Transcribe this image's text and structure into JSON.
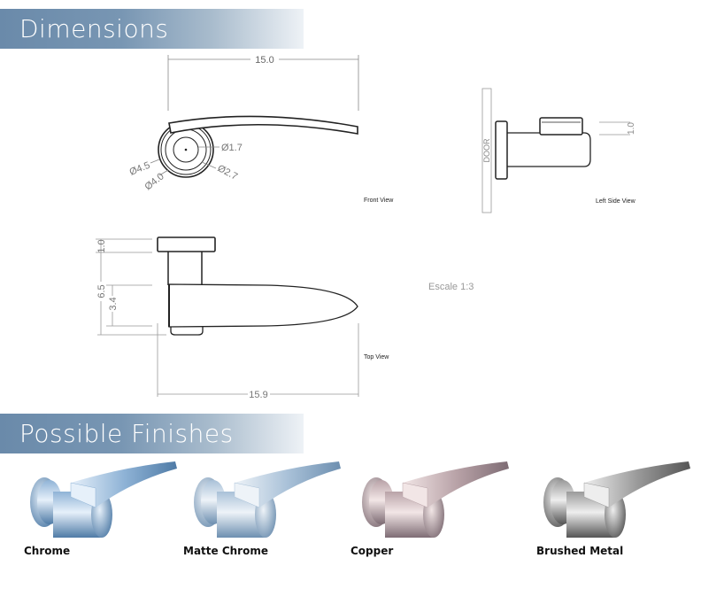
{
  "sections": {
    "dimensions_title": "Dimensions",
    "finishes_title": "Possible Finishes"
  },
  "front_view": {
    "label": "Front View",
    "length": "15.0",
    "d1": "Ø1.7",
    "d2": "Ø2.7",
    "d3": "Ø4.5",
    "d4": "Ø4.0"
  },
  "left_side_view": {
    "label": "Left Side View",
    "door": "DOOR",
    "thickness": "1.0"
  },
  "top_view": {
    "label": "Top View",
    "rosette": "1.0",
    "depth": "6.5",
    "width": "3.4",
    "length": "15.9"
  },
  "scale": "Escale 1:3",
  "finishes": [
    {
      "name": "Chrome",
      "colors": {
        "light": "#e6f0fa",
        "mid": "#8fb3d6",
        "dark": "#4f7ba6"
      }
    },
    {
      "name": "Matte Chrome",
      "colors": {
        "light": "#eef3f8",
        "mid": "#a9c1d8",
        "dark": "#6d8fb0"
      }
    },
    {
      "name": "Copper",
      "colors": {
        "light": "#f2e6e6",
        "mid": "#b9a3a8",
        "dark": "#7e6c74"
      }
    },
    {
      "name": "Brushed Metal",
      "colors": {
        "light": "#eeeeee",
        "mid": "#9a9a9a",
        "dark": "#555555"
      }
    }
  ]
}
